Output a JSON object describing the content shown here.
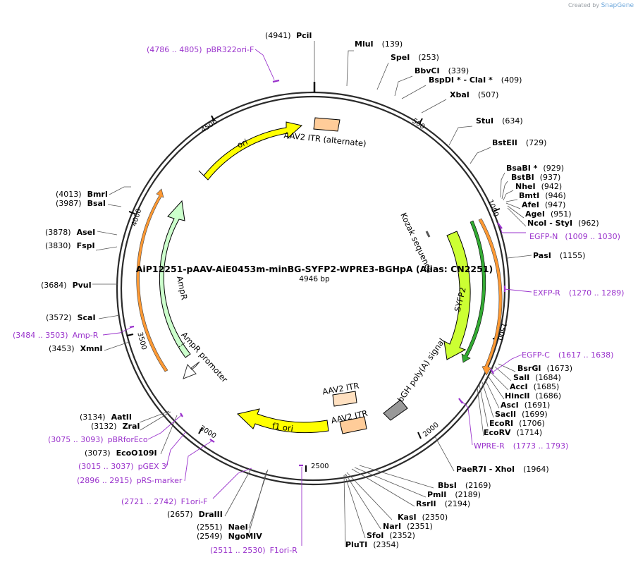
{
  "credit": {
    "prefix": "Created by",
    "brand": "SnapGene"
  },
  "title": "AiP12251-pAAV-AiE0453m-minBG-SYFP2-WPRE3-BGHpA (Alias: CN2251)",
  "length_label": "4946 bp",
  "total_bp": 4946,
  "colors": {
    "primer": "#9a33cc",
    "ori": "#ffff00",
    "ampr": "#ccffcc",
    "itr": "#ffcc99",
    "itr_light": "#ffe0c0",
    "syfp2": "#ccff33",
    "polyA": "#999999",
    "orange": "#ff9933"
  },
  "ticks": [
    "500",
    "1000",
    "1500",
    "2000",
    "2500",
    "3000",
    "3500",
    "4000",
    "4500"
  ],
  "enzymes": [
    {
      "name": "PciI",
      "pos": "(4941)"
    },
    {
      "name": "MluI",
      "pos": "(139)"
    },
    {
      "name": "SpeI",
      "pos": "(253)"
    },
    {
      "name": "BbvCI",
      "pos": "(339)"
    },
    {
      "name": "BspDI * - ClaI *",
      "pos": "(409)"
    },
    {
      "name": "XbaI",
      "pos": "(507)"
    },
    {
      "name": "StuI",
      "pos": "(634)"
    },
    {
      "name": "BstEII",
      "pos": "(729)"
    },
    {
      "name": "BsaBI *",
      "pos": "(929)"
    },
    {
      "name": "BstBI",
      "pos": "(937)"
    },
    {
      "name": "NheI",
      "pos": "(942)"
    },
    {
      "name": "BmtI",
      "pos": "(946)"
    },
    {
      "name": "AfeI",
      "pos": "(947)"
    },
    {
      "name": "AgeI",
      "pos": "(951)"
    },
    {
      "name": "NcoI - StyI",
      "pos": "(962)"
    },
    {
      "name": "PasI",
      "pos": "(1155)"
    },
    {
      "name": "BsrGI",
      "pos": "(1673)"
    },
    {
      "name": "SalI",
      "pos": "(1684)"
    },
    {
      "name": "AccI",
      "pos": "(1685)"
    },
    {
      "name": "HincII",
      "pos": "(1686)"
    },
    {
      "name": "AscI",
      "pos": "(1691)"
    },
    {
      "name": "SacII",
      "pos": "(1699)"
    },
    {
      "name": "EcoRI",
      "pos": "(1706)"
    },
    {
      "name": "EcoRV",
      "pos": "(1714)"
    },
    {
      "name": "PaeR7I - XhoI",
      "pos": "(1964)"
    },
    {
      "name": "BbsI",
      "pos": "(2169)"
    },
    {
      "name": "PmlI",
      "pos": "(2189)"
    },
    {
      "name": "RsrII",
      "pos": "(2194)"
    },
    {
      "name": "KasI",
      "pos": "(2350)"
    },
    {
      "name": "NarI",
      "pos": "(2351)"
    },
    {
      "name": "SfoI",
      "pos": "(2352)"
    },
    {
      "name": "PluTI",
      "pos": "(2354)"
    },
    {
      "name": "NaeI",
      "pos": "(2551)"
    },
    {
      "name": "NgoMIV",
      "pos": "(2549)"
    },
    {
      "name": "DraIII",
      "pos": "(2657)"
    },
    {
      "name": "EcoO109I",
      "pos": "(3073)"
    },
    {
      "name": "AatII",
      "pos": "(3134)"
    },
    {
      "name": "ZraI",
      "pos": "(3132)"
    },
    {
      "name": "XmnI",
      "pos": "(3453)"
    },
    {
      "name": "ScaI",
      "pos": "(3572)"
    },
    {
      "name": "PvuI",
      "pos": "(3684)"
    },
    {
      "name": "FspI",
      "pos": "(3830)"
    },
    {
      "name": "AseI",
      "pos": "(3878)"
    },
    {
      "name": "BsaI",
      "pos": "(3987)"
    },
    {
      "name": "BmrI",
      "pos": "(4013)"
    }
  ],
  "primers": [
    {
      "name": "pBR322ori-F",
      "range": "(4786 .. 4805)"
    },
    {
      "name": "EGFP-N",
      "range": "(1009 .. 1030)"
    },
    {
      "name": "EXFP-R",
      "range": "(1270 .. 1289)"
    },
    {
      "name": "EGFP-C",
      "range": "(1617 .. 1638)"
    },
    {
      "name": "WPRE-R",
      "range": "(1773 .. 1793)"
    },
    {
      "name": "F1ori-R",
      "range": "(2511 .. 2530)"
    },
    {
      "name": "F1ori-F",
      "range": "(2721 .. 2742)"
    },
    {
      "name": "pRS-marker",
      "range": "(2896 .. 2915)"
    },
    {
      "name": "pGEX 3'",
      "range": "(3015 .. 3037)"
    },
    {
      "name": "pBRforEco",
      "range": "(3075 .. 3093)"
    },
    {
      "name": "Amp-R",
      "range": "(3484 .. 3503)"
    }
  ],
  "features": [
    {
      "name": "AAV2 ITR (alternate)"
    },
    {
      "name": "Kozak sequence"
    },
    {
      "name": "SYFP2"
    },
    {
      "name": "bGH poly(A) signal"
    },
    {
      "name": "AAV2 ITR"
    },
    {
      "name": "AAV2 ITR"
    },
    {
      "name": "f1 ori"
    },
    {
      "name": "AmpR promoter"
    },
    {
      "name": "AmpR"
    },
    {
      "name": "ori"
    }
  ]
}
